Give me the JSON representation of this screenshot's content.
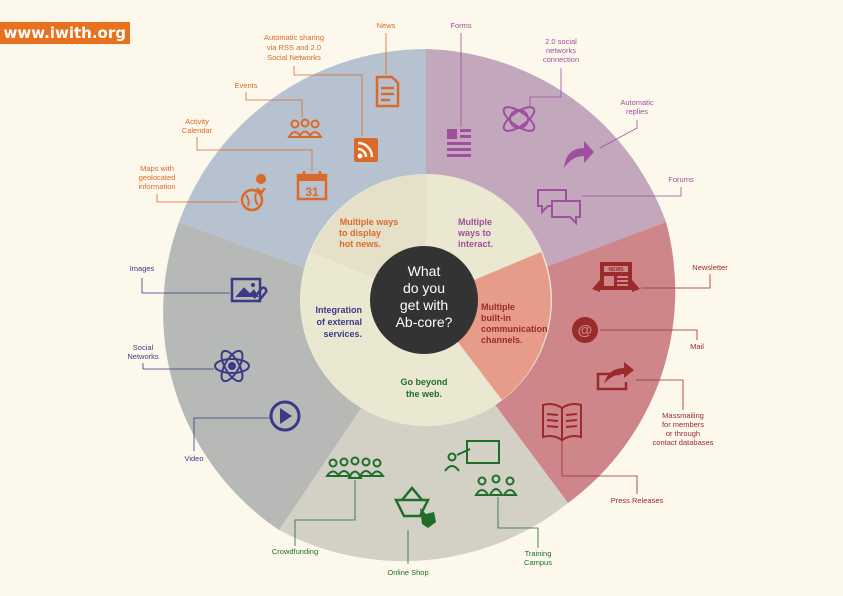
{
  "brand": {
    "site": "www.iwith.org"
  },
  "center": {
    "lines": [
      "What",
      "do you",
      "get with",
      "Ab-core?"
    ]
  },
  "colors": {
    "news": "#d96a2a",
    "interact": "#a04fa0",
    "communicate": "#9b2a2a",
    "web": "#1e6e2a",
    "external": "#3a3a88",
    "center": "#333333"
  },
  "segments": {
    "news": [
      "Multiple ways",
      "to display",
      "hot news."
    ],
    "interact": [
      "Multiple",
      "ways to",
      "interact."
    ],
    "communicate": [
      "Multiple",
      "built-in",
      "communication",
      "channels."
    ],
    "web": [
      "Go beyond",
      "the web."
    ],
    "external": [
      "Integration",
      "of external",
      "services."
    ]
  },
  "labels": {
    "news": [
      "News"
    ],
    "rss": [
      "Automatic sharing",
      "via RSS and 2.0",
      "Social Networks"
    ],
    "events": [
      "Events"
    ],
    "calendar": [
      "Activity",
      "Calendar"
    ],
    "maps": [
      "Maps with",
      "geolocated",
      "information"
    ],
    "forms": [
      "Forms"
    ],
    "social20": [
      "2.0 social",
      "networks",
      "connection"
    ],
    "replies": [
      "Automatic",
      "replies"
    ],
    "forums": [
      "Forums"
    ],
    "newsletter": [
      "Newsletter"
    ],
    "mail": [
      "Mail"
    ],
    "massmailing": [
      "Massmailing",
      "for members",
      "or through",
      "contact databases"
    ],
    "press": [
      "Press Releases"
    ],
    "training": [
      "Training",
      "Campus"
    ],
    "shop": [
      "Online Shop"
    ],
    "crowdfunding": [
      "Crowdfunding"
    ],
    "video": [
      "Video"
    ],
    "socialnet": [
      "Social",
      "Networks"
    ],
    "images": [
      "Images"
    ]
  },
  "icons": {
    "news": "document-icon",
    "rss": "rss-icon",
    "events": "group-icon",
    "calendar": "calendar-icon",
    "maps": "map-pin-globe-icon",
    "forms": "form-icon",
    "social20": "globe-atom-icon",
    "replies": "reply-arrow-icon",
    "forums": "chat-bubbles-icon",
    "newsletter": "newspaper-icon",
    "mail": "at-sign-icon",
    "massmailing": "share-icon",
    "press": "book-icon",
    "training": "classroom-icon",
    "shop": "basket-icon",
    "crowdfunding": "crowd-icon",
    "video": "play-icon",
    "socialnet": "atom-icon",
    "images": "image-attach-icon"
  }
}
